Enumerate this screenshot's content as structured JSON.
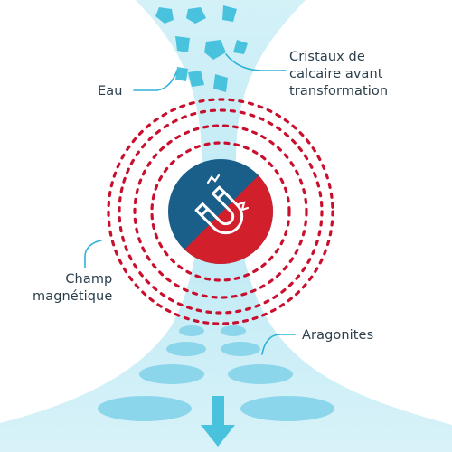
{
  "labels": {
    "water": "Eau",
    "crystals": [
      "Cristaux de",
      "calcaire avant",
      "transformation"
    ],
    "field": [
      "Champ",
      "magnétique"
    ],
    "aragonites": "Aragonites"
  },
  "colors": {
    "water_stream": "#c6ecf6",
    "water_stream_dark": "#a7e0f0",
    "crystal": "#49c2de",
    "aragonite": "#8bd6ea",
    "field_ring": "#c8102e",
    "magnet_blue": "#1a5e8a",
    "magnet_red": "#d11f2c",
    "leader_line": "#2eb3d6",
    "text": "#2b3e4c"
  },
  "icons": {
    "magnet": "magnet-icon",
    "flow": "down-arrow-icon"
  }
}
